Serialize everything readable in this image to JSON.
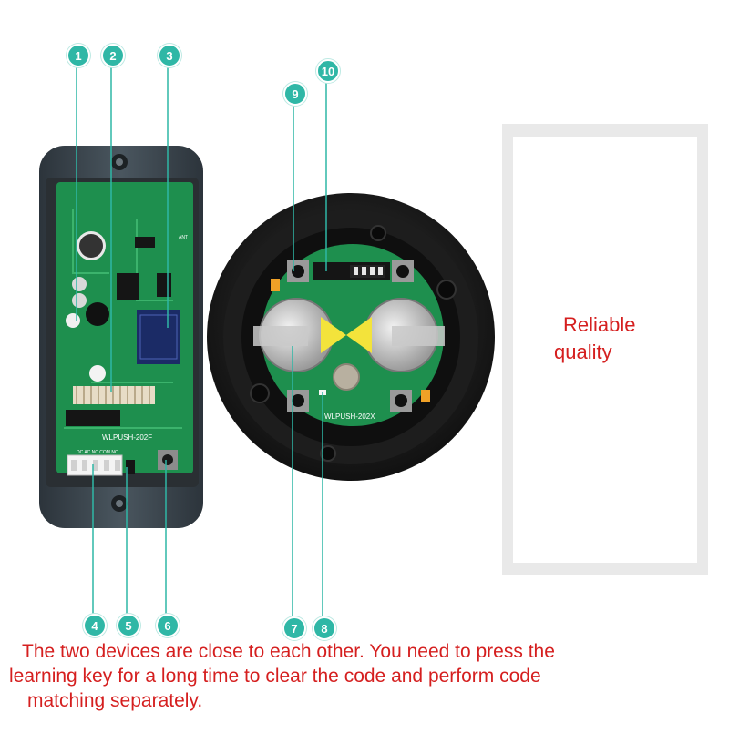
{
  "markers": [
    "1",
    "2",
    "3",
    "4",
    "5",
    "6",
    "7",
    "8",
    "9",
    "10"
  ],
  "pcb_labels": {
    "left_model": "WLPUSH-202F",
    "right_model": "WLPUSH-202X",
    "ant": "ANT",
    "terminal_labels": "DC AC NC COM NO"
  },
  "side_card": {
    "line1": "Reliable",
    "line2": "quality"
  },
  "caption": {
    "line1": "The two devices are close to each other. You need to press the",
    "line2": "learning key for a long time to clear the code and perform code",
    "line3": "matching separately."
  },
  "colors": {
    "accent_marker": "#2fb7a6",
    "text_red": "#d51f1f",
    "pcb_green": "#1e8f4e",
    "housing_dark": "#3f4a54"
  }
}
